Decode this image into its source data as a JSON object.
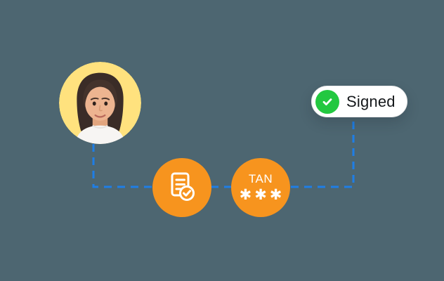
{
  "colors": {
    "background": "#4D6671",
    "accent-orange": "#F7941E",
    "connector-blue": "#1E7EE6",
    "success-green": "#23C840",
    "avatar-yellow": "#FFE27E",
    "badge-bg": "#FFFFFF",
    "badge-text": "#15181B",
    "icon-white": "#FFFFFF"
  },
  "illustration": {
    "avatar": {
      "icon": "woman-portrait-avatar"
    },
    "document_step": {
      "icon": "document-check-icon"
    },
    "tan_step": {
      "label": "TAN",
      "masked_code": "✱✱✱"
    },
    "signed_badge": {
      "label": "Signed",
      "icon": "check-icon"
    },
    "connector": {
      "style": "dashed"
    }
  }
}
